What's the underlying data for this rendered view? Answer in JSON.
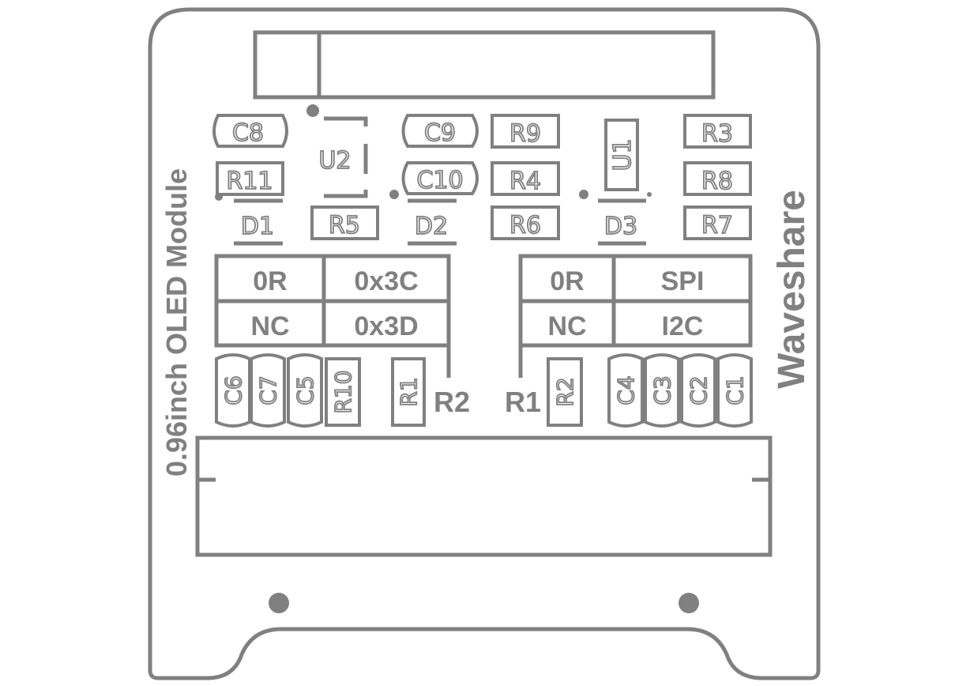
{
  "labels": {
    "c8": "C8",
    "c9": "C9",
    "c10": "C10",
    "r9": "R9",
    "r3": "R3",
    "r8": "R8",
    "r7": "R7",
    "r4": "R4",
    "r6": "R6",
    "r11": "R11",
    "r5": "R5",
    "u1": "U1",
    "u2": "U2",
    "d1": "D1",
    "d2": "D2",
    "d3": "D3",
    "c6": "C6",
    "c7": "C7",
    "c5": "C5",
    "r10": "R10",
    "r1_small": "R1",
    "r2_small": "R2",
    "c4": "C4",
    "c3": "C3",
    "c2": "C2",
    "c1": "C1"
  },
  "tables": {
    "address": {
      "cells": [
        [
          "0R",
          "0x3C"
        ],
        [
          "NC",
          "0x3D"
        ]
      ],
      "label": "R2"
    },
    "interface": {
      "cells": [
        [
          "0R",
          "SPI"
        ],
        [
          "NC",
          "I2C"
        ]
      ],
      "label": "R1"
    }
  },
  "board": {
    "title": "0.96inch OLED Module",
    "brand": "Waveshare"
  }
}
